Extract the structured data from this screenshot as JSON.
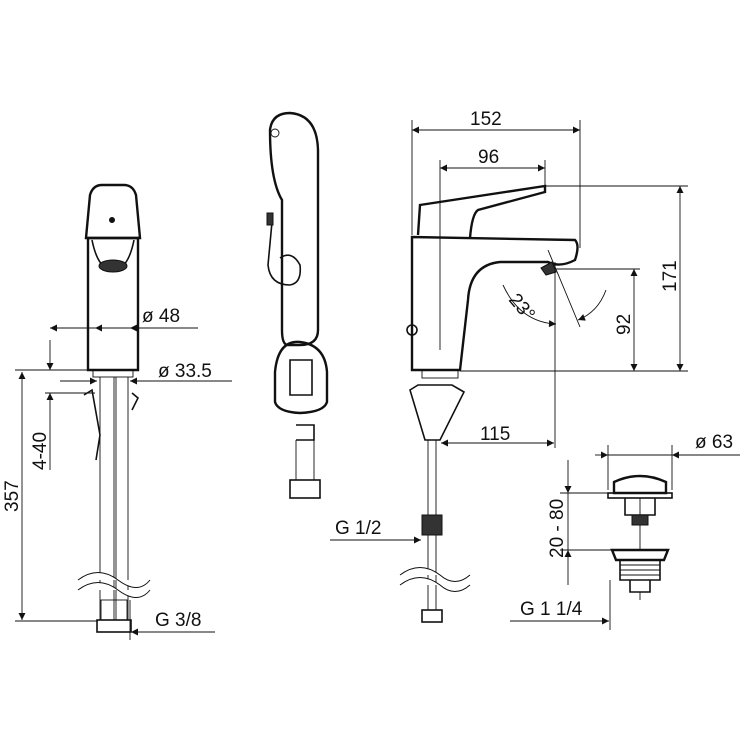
{
  "labels": {
    "d48": "ø 48",
    "d33_5": "ø 33.5",
    "range4_40": "4-40",
    "h357": "357",
    "g38": "G 3/8",
    "w152": "152",
    "w96": "96",
    "h171": "171",
    "h92": "92",
    "angle23": "23°",
    "w115": "115",
    "g12": "G 1/2",
    "d63": "ø 63",
    "range20_80": "20 - 80",
    "g114": "G 1 1/4"
  }
}
